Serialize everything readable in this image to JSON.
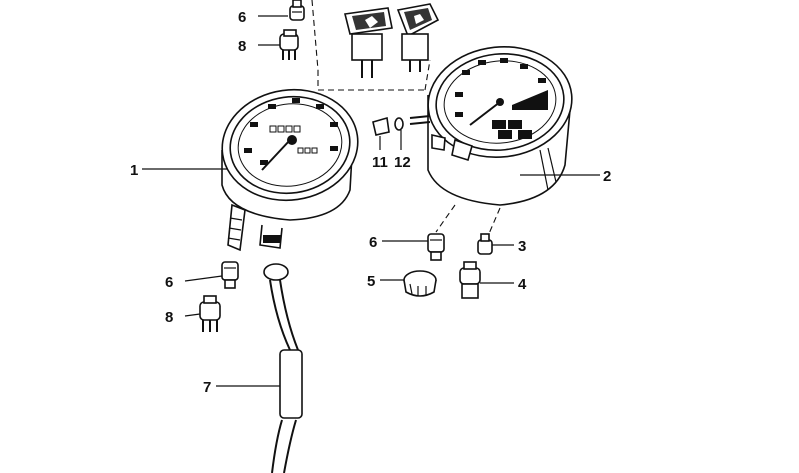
{
  "callouts": {
    "c1": "1",
    "c2": "2",
    "c3": "3",
    "c4": "4",
    "c5": "5",
    "c6a": "6",
    "c6b": "6",
    "c6c": "6",
    "c7": "7",
    "c8a": "8",
    "c8b": "8",
    "c11": "11",
    "c12": "12"
  }
}
